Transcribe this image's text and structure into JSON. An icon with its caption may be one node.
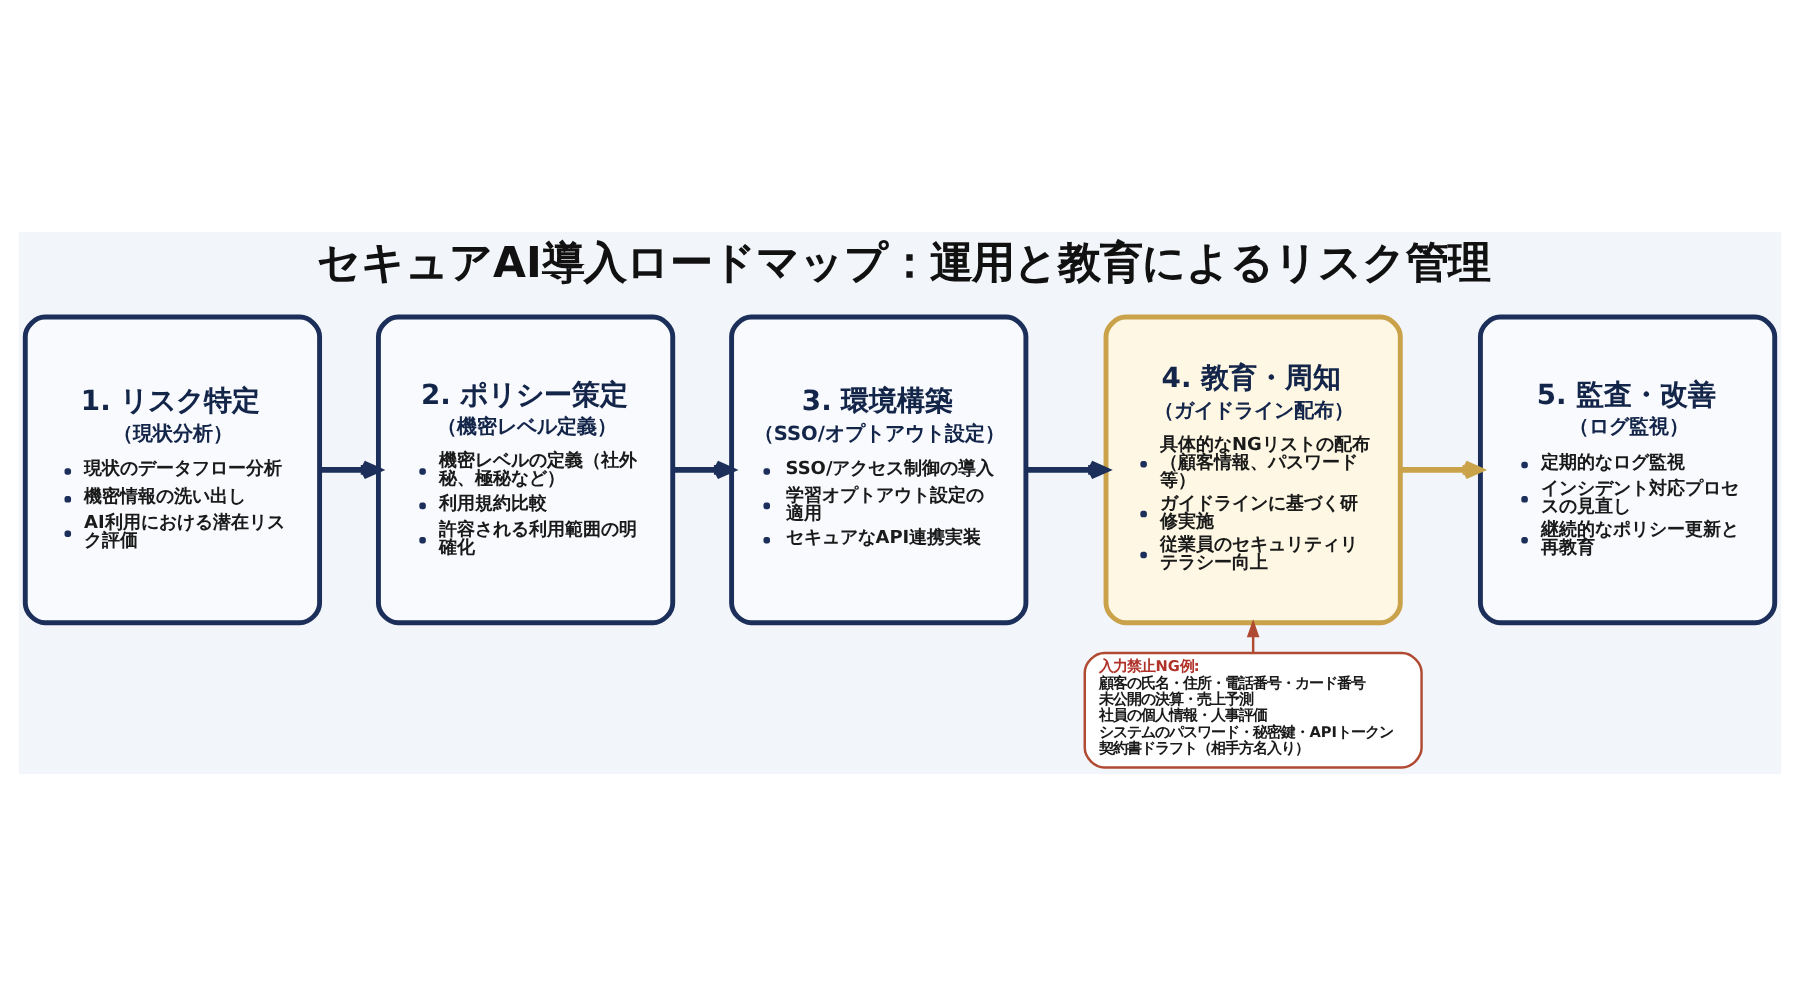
{
  "diagram": {
    "title": "セキュアAI導入ロードマップ：運用と教育によるリスク管理",
    "nodes": [
      {
        "text": [
          "1. リスク特定",
          "（現状分析）",
          "現状のデータフロー分析",
          "機密情報の洗い出し",
          "AI利用における潜在リスク評価"
        ]
      },
      {
        "text": [
          "2. ポリシー策定",
          "（機密レベル定義）",
          "機密レベルの定義（社外秘、極秘など）",
          "利用規約比較",
          "許容される利用範囲の明確化"
        ]
      },
      {
        "text": [
          "3. 環境構築",
          "（SSO/オプトアウト設定）",
          "SSO/アクセス制御の導入",
          "学習オプトアウト設定の適用",
          "セキュアなAPI連携実装"
        ]
      },
      {
        "text": [
          "4. 教育・周知",
          "（ガイドライン配布）",
          "具体的なNGリストの配布（顧客情報、パスワード等）",
          "ガイドラインに基づく研修実施",
          "従業員のセキュリティリテラシー向上"
        ]
      },
      {
        "text": [
          "5. 監査・改善",
          "（ログ監視）",
          "定期的なログ監視",
          "インシデント対応プロセスの見直し",
          "継続的なポリシー更新と再教育"
        ]
      },
      {
        "text": [
          "入力禁止NG例:",
          "顧客の氏名・住所・電話番号・カード番号",
          "未公開の決算・売上予測",
          "社員の個人情報・人事評価",
          "システムのパスワード・秘密鍵・APIトークン",
          "契約書ドラフト（相手方名入り）"
        ]
      }
    ],
    "edges": [
      {
        "from": 0,
        "to": 1,
        "arrow": "to"
      },
      {
        "from": 1,
        "to": 2,
        "arrow": "to"
      },
      {
        "from": 2,
        "to": 3,
        "arrow": "to"
      },
      {
        "from": 3,
        "to": 4,
        "arrow": "to",
        "color": "#c9a24a"
      },
      {
        "from": 5,
        "to": 3,
        "arrow": "to",
        "color": "#b04a32"
      }
    ]
  }
}
